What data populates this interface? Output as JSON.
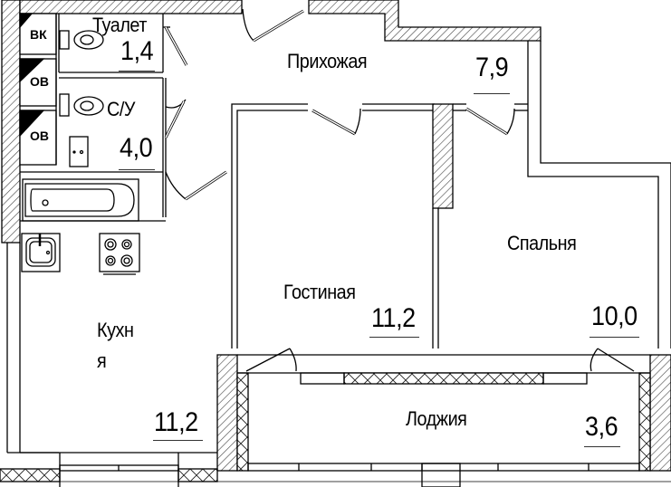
{
  "floor_plan": {
    "rooms": [
      {
        "id": "toilet",
        "name": "Туалет",
        "area": "1,4"
      },
      {
        "id": "bathroom",
        "name": "С/У",
        "area": "4,0"
      },
      {
        "id": "hallway",
        "name": "Прихожая",
        "area": "7,9"
      },
      {
        "id": "living",
        "name": "Гостиная",
        "area": "11,2"
      },
      {
        "id": "bedroom",
        "name": "Спальня",
        "area": "10,0"
      },
      {
        "id": "kitchen",
        "name_line1": "Кухн",
        "name_line2": "я",
        "area": "11,2"
      },
      {
        "id": "loggia",
        "name": "Лоджия",
        "area": "3,6"
      }
    ],
    "shafts": [
      {
        "label": "ВК"
      },
      {
        "label": "ОВ"
      },
      {
        "label": "ОВ"
      }
    ],
    "colors": {
      "wall_line": "#000000",
      "hatch": "#444444",
      "background": "#ffffff"
    }
  }
}
